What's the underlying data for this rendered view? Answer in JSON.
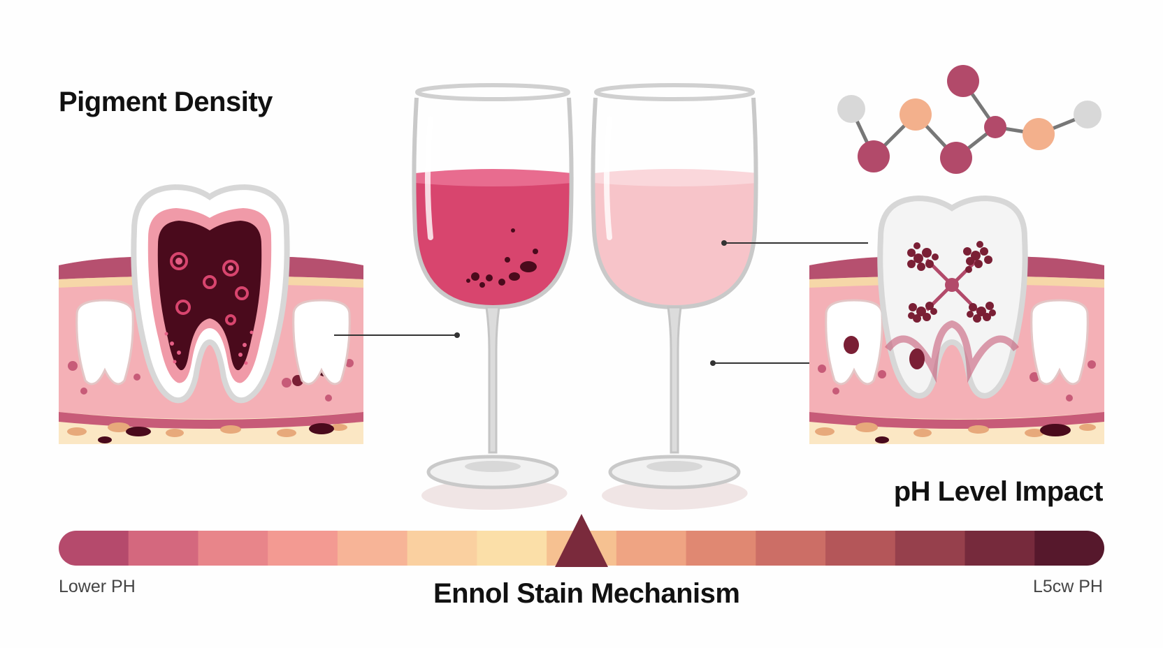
{
  "labels": {
    "pigment_density": "Pigment Density",
    "ph_level_impact": "pH Level Impact",
    "main_title": "Ennol Stain Mechanism",
    "scale_left": "Lower PH",
    "scale_right": "L5cw PH"
  },
  "colors": {
    "red_wine": "#d8456e",
    "rose_wine": "#f7c4c9",
    "gum": "#f4b0b6",
    "gum_dark": "#b6506f",
    "stain_dark": "#4a0a1c",
    "bone": "#f8dcb4",
    "enamel": "#f2f2f2",
    "pointer": "#7a2a3c"
  },
  "ph_scale_colors": [
    "#b54a6c",
    "#d4687e",
    "#e8858a",
    "#f39a92",
    "#f7b497",
    "#fad0a0",
    "#fbdfa8",
    "#f6c191",
    "#efa483",
    "#e08872",
    "#cc6e66",
    "#b45659",
    "#96404c",
    "#762a3c",
    "#56182c"
  ],
  "ph_pointer_position": 0.5,
  "icons": [
    "molecule-icon",
    "red-wine-glass-icon",
    "rose-wine-glass-icon",
    "stained-tooth-icon",
    "pigment-cluster-tooth-icon"
  ]
}
